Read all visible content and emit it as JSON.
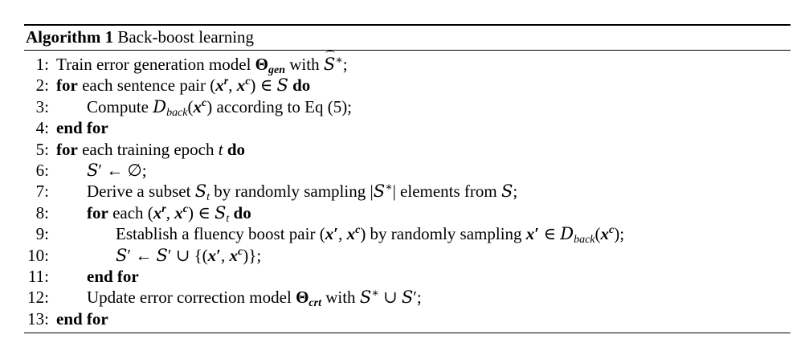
{
  "caption": {
    "label": "Algorithm 1",
    "title": "Back-boost learning"
  },
  "lines": [
    {
      "num": "1:",
      "text": "Train error generation model Θgen with S̃*;"
    },
    {
      "num": "2:",
      "text": "for each sentence pair (xr, xc) ∈ S do"
    },
    {
      "num": "3:",
      "text": "Compute Dback(xc) according to Eq (5);"
    },
    {
      "num": "4:",
      "text": "end for"
    },
    {
      "num": "5:",
      "text": "for each training epoch t do"
    },
    {
      "num": "6:",
      "text": "S′ ← ∅;"
    },
    {
      "num": "7:",
      "text": "Derive a subset St by randomly sampling |S*| elements from S;"
    },
    {
      "num": "8:",
      "text": "for each (xr, xc) ∈ St do"
    },
    {
      "num": "9:",
      "text": "Establish a fluency boost pair (x′, xc) by randomly sampling x′ ∈ Dback(xc);"
    },
    {
      "num": "10:",
      "text": "S′ ← S′ ∪ {(x′, xc)};"
    },
    {
      "num": "11:",
      "text": "end for"
    },
    {
      "num": "12:",
      "text": "Update error correction model Θcrt with S* ∪ S′;"
    },
    {
      "num": "13:",
      "text": "end for"
    }
  ]
}
